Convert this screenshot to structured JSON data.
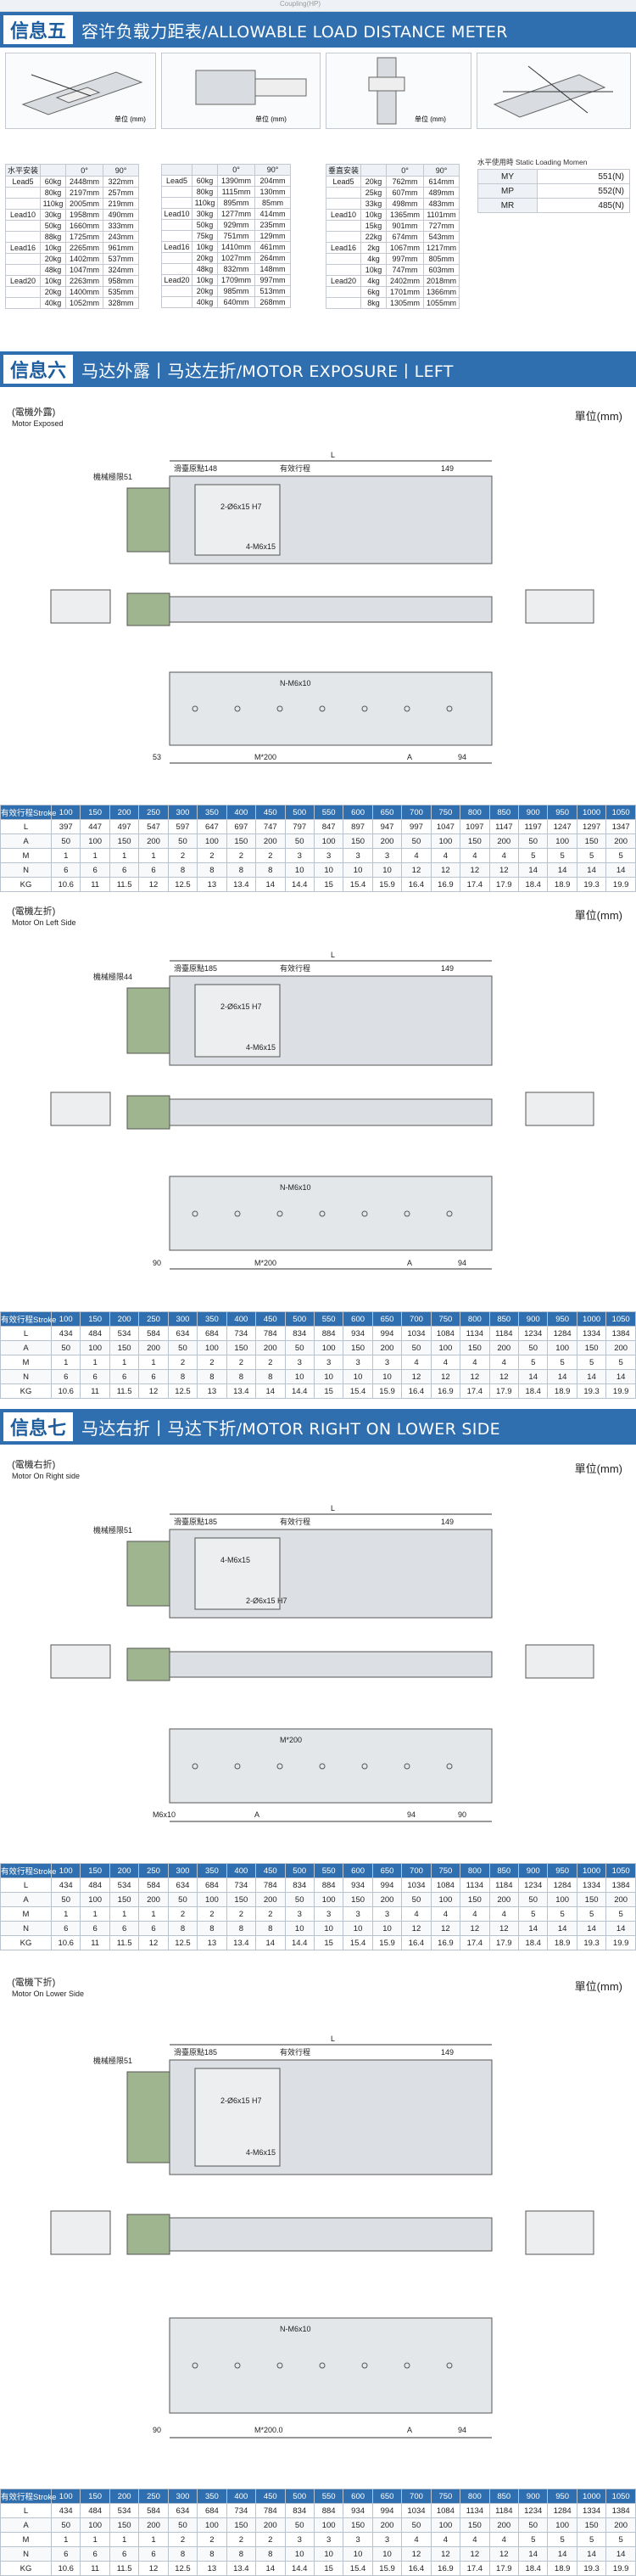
{
  "top_strip": "Coupling(HP)",
  "sec5": {
    "num": "信息五",
    "title_cn": "容许负载力距表",
    "title_en": "/ALLOWABLE LOAD DISTANCE METER",
    "unit_caption": "单位 (mm)",
    "col_heads": [
      "0°",
      "90°"
    ],
    "tables": [
      {
        "mount": "水平安装",
        "rows": [
          [
            "Lead5",
            "60kg",
            "2448mm",
            "322mm"
          ],
          [
            "",
            "80kg",
            "2197mm",
            "257mm"
          ],
          [
            "",
            "110kg",
            "2005mm",
            "219mm"
          ],
          [
            "Lead10",
            "30kg",
            "1958mm",
            "490mm"
          ],
          [
            "",
            "50kg",
            "1660mm",
            "333mm"
          ],
          [
            "",
            "88kg",
            "1725mm",
            "243mm"
          ],
          [
            "Lead16",
            "10kg",
            "2265mm",
            "961mm"
          ],
          [
            "",
            "20kg",
            "1402mm",
            "537mm"
          ],
          [
            "",
            "48kg",
            "1047mm",
            "324mm"
          ],
          [
            "Lead20",
            "10kg",
            "2263mm",
            "958mm"
          ],
          [
            "",
            "20kg",
            "1400mm",
            "535mm"
          ],
          [
            "",
            "40kg",
            "1052mm",
            "328mm"
          ]
        ]
      },
      {
        "mount": "",
        "rows": [
          [
            "Lead5",
            "60kg",
            "1390mm",
            "204mm"
          ],
          [
            "",
            "80kg",
            "1115mm",
            "130mm"
          ],
          [
            "",
            "110kg",
            "895mm",
            "85mm"
          ],
          [
            "Lead10",
            "30kg",
            "1277mm",
            "414mm"
          ],
          [
            "",
            "50kg",
            "929mm",
            "235mm"
          ],
          [
            "",
            "75kg",
            "751mm",
            "129mm"
          ],
          [
            "Lead16",
            "10kg",
            "1410mm",
            "461mm"
          ],
          [
            "",
            "20kg",
            "1027mm",
            "264mm"
          ],
          [
            "",
            "48kg",
            "832mm",
            "148mm"
          ],
          [
            "Lead20",
            "10kg",
            "1709mm",
            "997mm"
          ],
          [
            "",
            "20kg",
            "985mm",
            "513mm"
          ],
          [
            "",
            "40kg",
            "640mm",
            "268mm"
          ]
        ]
      },
      {
        "mount": "垂直安装",
        "rows": [
          [
            "Lead5",
            "20kg",
            "762mm",
            "614mm"
          ],
          [
            "",
            "25kg",
            "607mm",
            "489mm"
          ],
          [
            "",
            "33kg",
            "498mm",
            "483mm"
          ],
          [
            "Lead10",
            "10kg",
            "1365mm",
            "1101mm"
          ],
          [
            "",
            "15kg",
            "901mm",
            "727mm"
          ],
          [
            "",
            "22kg",
            "674mm",
            "543mm"
          ],
          [
            "Lead16",
            "2kg",
            "1067mm",
            "1217mm"
          ],
          [
            "",
            "4kg",
            "997mm",
            "805mm"
          ],
          [
            "",
            "10kg",
            "747mm",
            "603mm"
          ],
          [
            "Lead20",
            "4kg",
            "2402mm",
            "2018mm"
          ],
          [
            "",
            "6kg",
            "1701mm",
            "1366mm"
          ],
          [
            "",
            "8kg",
            "1305mm",
            "1055mm"
          ]
        ]
      }
    ],
    "static_moment": {
      "caption": "水平使用時 Static Loading Momen",
      "rows": [
        [
          "MY",
          "551(N)"
        ],
        [
          "MP",
          "552(N)"
        ],
        [
          "MR",
          "485(N)"
        ]
      ]
    }
  },
  "sec6": {
    "num": "信息六",
    "title_cn": "马达外露丨马达左折",
    "title_en": "/MOTOR EXPOSURE丨LEFT"
  },
  "sec7": {
    "num": "信息七",
    "title_cn": "马达右折丨马达下折",
    "title_en": "/MOTOR RIGHT ON LOWER SIDE"
  },
  "unit_label": "單位(mm)",
  "drawings": [
    {
      "cap_cn": "(電機外露)",
      "cap_en": "Motor Exposed",
      "notes": [
        "機械極限51",
        "滑臺原點148",
        "有效行程",
        "L",
        "149",
        "2-Ø6x15 H7",
        "4-M6x15",
        "N-M6x10",
        "M*200",
        "A",
        "94",
        "53"
      ]
    },
    {
      "cap_cn": "(電機左折)",
      "cap_en": "Motor On Left Side",
      "notes": [
        "機械極限44",
        "滑臺原點185",
        "有效行程",
        "L",
        "149",
        "2-Ø6x15 H7",
        "4-M6x15",
        "N-M6x10",
        "M*200",
        "A",
        "94",
        "90"
      ]
    },
    {
      "cap_cn": "(電機右折)",
      "cap_en": "Motor On Right side",
      "notes": [
        "機械極限51",
        "滑臺原點185",
        "有效行程",
        "L",
        "149",
        "4-M6x15",
        "2-Ø6x15 H7",
        "M*200",
        "A",
        "94",
        "90",
        "M6x10"
      ]
    },
    {
      "cap_cn": "(電機下折)",
      "cap_en": "Motor On Lower Side",
      "notes": [
        "機械極限51",
        "滑臺原點185",
        "有效行程",
        "L",
        "149",
        "2-Ø6x15 H7",
        "4-M6x15",
        "N-M6x10",
        "M*200.0",
        "A",
        "94",
        "90"
      ]
    }
  ],
  "stroke_header": [
    "有效行程Stroke",
    "100",
    "150",
    "200",
    "250",
    "300",
    "350",
    "400",
    "450",
    "500",
    "550",
    "600",
    "650",
    "700",
    "750",
    "800",
    "850",
    "900",
    "950",
    "1000",
    "1050"
  ],
  "tables": [
    {
      "rows": [
        [
          "L",
          "397",
          "447",
          "497",
          "547",
          "597",
          "647",
          "697",
          "747",
          "797",
          "847",
          "897",
          "947",
          "997",
          "1047",
          "1097",
          "1147",
          "1197",
          "1247",
          "1297",
          "1347"
        ],
        [
          "A",
          "50",
          "100",
          "150",
          "200",
          "50",
          "100",
          "150",
          "200",
          "50",
          "100",
          "150",
          "200",
          "50",
          "100",
          "150",
          "200",
          "50",
          "100",
          "150",
          "200"
        ],
        [
          "M",
          "1",
          "1",
          "1",
          "1",
          "2",
          "2",
          "2",
          "2",
          "3",
          "3",
          "3",
          "3",
          "4",
          "4",
          "4",
          "4",
          "5",
          "5",
          "5",
          "5"
        ],
        [
          "N",
          "6",
          "6",
          "6",
          "6",
          "8",
          "8",
          "8",
          "8",
          "10",
          "10",
          "10",
          "10",
          "12",
          "12",
          "12",
          "12",
          "14",
          "14",
          "14",
          "14"
        ],
        [
          "KG",
          "10.6",
          "11",
          "11.5",
          "12",
          "12.5",
          "13",
          "13.4",
          "14",
          "14.4",
          "15",
          "15.4",
          "15.9",
          "16.4",
          "16.9",
          "17.4",
          "17.9",
          "18.4",
          "18.9",
          "19.3",
          "19.9"
        ]
      ]
    },
    {
      "rows": [
        [
          "L",
          "434",
          "484",
          "534",
          "584",
          "634",
          "684",
          "734",
          "784",
          "834",
          "884",
          "934",
          "994",
          "1034",
          "1084",
          "1134",
          "1184",
          "1234",
          "1284",
          "1334",
          "1384"
        ],
        [
          "A",
          "50",
          "100",
          "150",
          "200",
          "50",
          "100",
          "150",
          "200",
          "50",
          "100",
          "150",
          "200",
          "50",
          "100",
          "150",
          "200",
          "50",
          "100",
          "150",
          "200"
        ],
        [
          "M",
          "1",
          "1",
          "1",
          "1",
          "2",
          "2",
          "2",
          "2",
          "3",
          "3",
          "3",
          "3",
          "4",
          "4",
          "4",
          "4",
          "5",
          "5",
          "5",
          "5"
        ],
        [
          "N",
          "6",
          "6",
          "6",
          "6",
          "8",
          "8",
          "8",
          "8",
          "10",
          "10",
          "10",
          "10",
          "12",
          "12",
          "12",
          "12",
          "14",
          "14",
          "14",
          "14"
        ],
        [
          "KG",
          "10.6",
          "11",
          "11.5",
          "12",
          "12.5",
          "13",
          "13.4",
          "14",
          "14.4",
          "15",
          "15.4",
          "15.9",
          "16.4",
          "16.9",
          "17.4",
          "17.9",
          "18.4",
          "18.9",
          "19.3",
          "19.9"
        ]
      ]
    },
    {
      "rows": [
        [
          "L",
          "434",
          "484",
          "534",
          "584",
          "634",
          "684",
          "734",
          "784",
          "834",
          "884",
          "934",
          "994",
          "1034",
          "1084",
          "1134",
          "1184",
          "1234",
          "1284",
          "1334",
          "1384"
        ],
        [
          "A",
          "50",
          "100",
          "150",
          "200",
          "50",
          "100",
          "150",
          "200",
          "50",
          "100",
          "150",
          "200",
          "50",
          "100",
          "150",
          "200",
          "50",
          "100",
          "150",
          "200"
        ],
        [
          "M",
          "1",
          "1",
          "1",
          "1",
          "2",
          "2",
          "2",
          "2",
          "3",
          "3",
          "3",
          "3",
          "4",
          "4",
          "4",
          "4",
          "5",
          "5",
          "5",
          "5"
        ],
        [
          "N",
          "6",
          "6",
          "6",
          "6",
          "8",
          "8",
          "8",
          "8",
          "10",
          "10",
          "10",
          "10",
          "12",
          "12",
          "12",
          "12",
          "14",
          "14",
          "14",
          "14"
        ],
        [
          "KG",
          "10.6",
          "11",
          "11.5",
          "12",
          "12.5",
          "13",
          "13.4",
          "14",
          "14.4",
          "15",
          "15.4",
          "15.9",
          "16.4",
          "16.9",
          "17.4",
          "17.9",
          "18.4",
          "18.9",
          "19.3",
          "19.9"
        ]
      ]
    },
    {
      "rows": [
        [
          "L",
          "434",
          "484",
          "534",
          "584",
          "634",
          "684",
          "734",
          "784",
          "834",
          "884",
          "934",
          "994",
          "1034",
          "1084",
          "1134",
          "1184",
          "1234",
          "1284",
          "1334",
          "1384"
        ],
        [
          "A",
          "50",
          "100",
          "150",
          "200",
          "50",
          "100",
          "150",
          "200",
          "50",
          "100",
          "150",
          "200",
          "50",
          "100",
          "150",
          "200",
          "50",
          "100",
          "150",
          "200"
        ],
        [
          "M",
          "1",
          "1",
          "1",
          "1",
          "2",
          "2",
          "2",
          "2",
          "3",
          "3",
          "3",
          "3",
          "4",
          "4",
          "4",
          "4",
          "5",
          "5",
          "5",
          "5"
        ],
        [
          "N",
          "6",
          "6",
          "6",
          "6",
          "8",
          "8",
          "8",
          "8",
          "10",
          "10",
          "10",
          "10",
          "12",
          "12",
          "12",
          "12",
          "14",
          "14",
          "14",
          "14"
        ],
        [
          "KG",
          "10.6",
          "11",
          "11.5",
          "12",
          "12.5",
          "13",
          "13.4",
          "14",
          "14.4",
          "15",
          "15.4",
          "15.9",
          "16.4",
          "16.9",
          "17.4",
          "17.9",
          "18.4",
          "18.9",
          "19.3",
          "19.9"
        ]
      ]
    }
  ]
}
